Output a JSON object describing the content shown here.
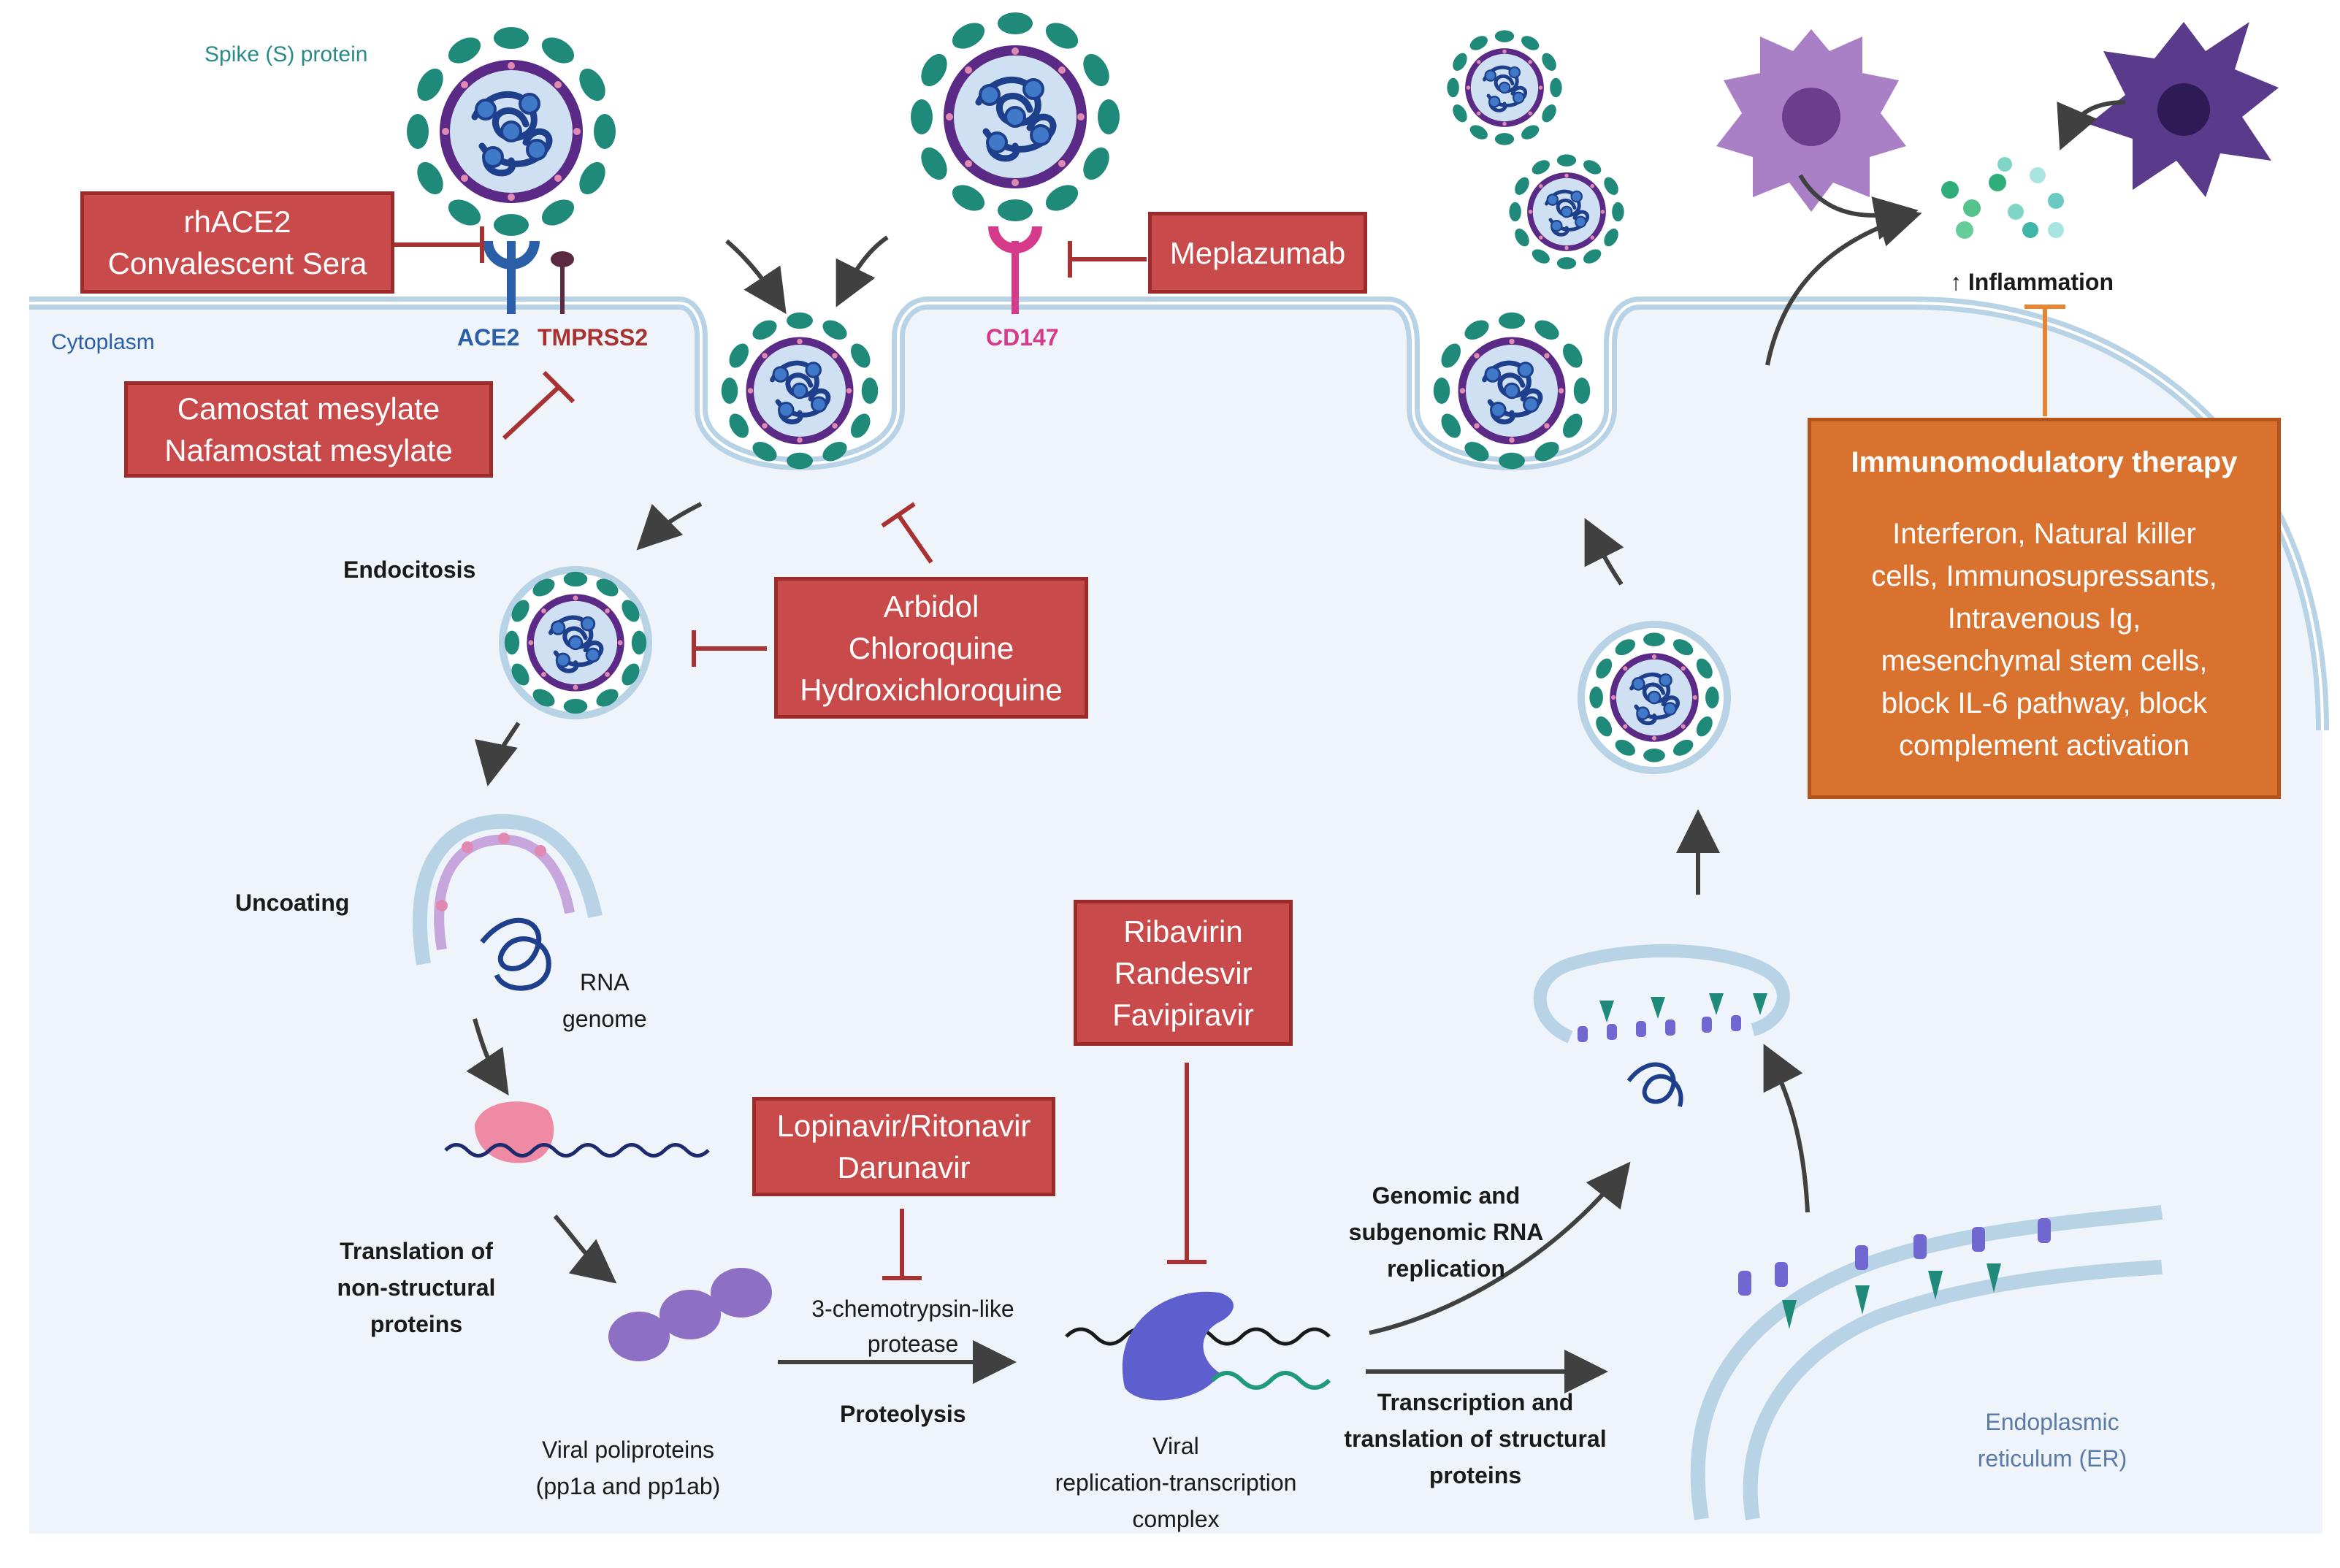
{
  "labels": {
    "spike_protein": "Spike (S) protein",
    "cytoplasm": "Cytoplasm",
    "ace2": "ACE2",
    "tmprss2": "TMPRSS2",
    "cd147": "CD147",
    "inflammation": "↑ Inflammation",
    "endocytosis": "Endocitosis",
    "uncoating": "Uncoating",
    "rna_genome_1": "RNA",
    "rna_genome_2": "genome",
    "translation_1": "Translation of",
    "translation_2": "non-structural",
    "translation_3": "proteins",
    "polyproteins_1": "Viral poliproteins",
    "polyproteins_2": "(pp1a and pp1ab)",
    "protease_1": "3-chemotrypsin-like",
    "protease_2": "protease",
    "proteolysis": "Proteolysis",
    "complex_1": "Viral",
    "complex_2": "replication-transcription",
    "complex_3": "complex",
    "genomic_1": "Genomic and",
    "genomic_2": "subgenomic RNA",
    "genomic_3": "replication",
    "transcription_1": "Transcription and",
    "transcription_2": "translation of structural",
    "transcription_3": "proteins",
    "er_1": "Endoplasmic",
    "er_2": "reticulum (ER)"
  },
  "drugs": {
    "rhace2": {
      "line1": "rhACE2",
      "line2": "Convalescent Sera"
    },
    "camostat": {
      "line1": "Camostat mesylate",
      "line2": "Nafamostat mesylate"
    },
    "meplazumab": {
      "line1": "Meplazumab"
    },
    "arbidol": {
      "line1": "Arbidol",
      "line2": "Chloroquine",
      "line3": "Hydroxichloroquine"
    },
    "ribavirin": {
      "line1": "Ribavirin",
      "line2": "Randesvir",
      "line3": "Favipiravir"
    },
    "lopinavir": {
      "line1": "Lopinavir/Ritonavir",
      "line2": "Darunavir"
    }
  },
  "immunomodulatory": {
    "title": "Immunomodulatory therapy",
    "line1": "Interferon, Natural killer",
    "line2": "cells, Immunosupressants,",
    "line3": "Intravenous Ig,",
    "line4": "mesenchymal stem cells,",
    "line5": "block IL-6 pathway, block",
    "line6": "complement activation"
  },
  "colors": {
    "drug_fill": "#c94a4a",
    "drug_border": "#9c2b2b",
    "inhibit": "#a83232",
    "immuno_fill": "#d9722e",
    "membrane": "#b8d3e6",
    "cytoplasm": "#eef4fa",
    "virus_envelope": "#5b2a86",
    "virus_spike": "#1f8a7a",
    "arrow": "#404040",
    "ace2": "#2a5fa8",
    "cd147": "#d63a8a"
  }
}
